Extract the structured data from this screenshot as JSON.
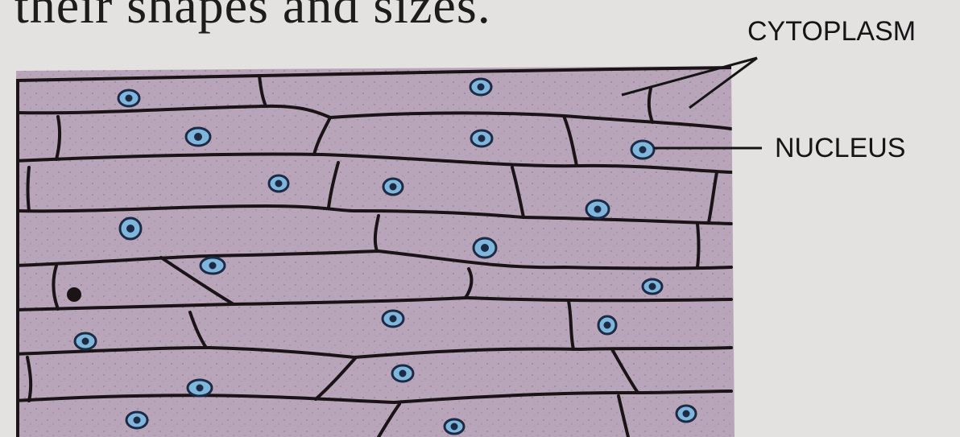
{
  "heading_fragment": "their shapes and sizes.",
  "labels": {
    "cytoplasm": "CYTOPLASM",
    "nucleus": "NUCLEUS"
  },
  "colors": {
    "page_background": "#e4e1e1",
    "cell_fill": "#b8a5b9",
    "cell_wall": "#1b1416",
    "nucleus_fill": "#7fb6dc",
    "nucleus_outline": "#1d2a45",
    "label_text": "#151515"
  }
}
